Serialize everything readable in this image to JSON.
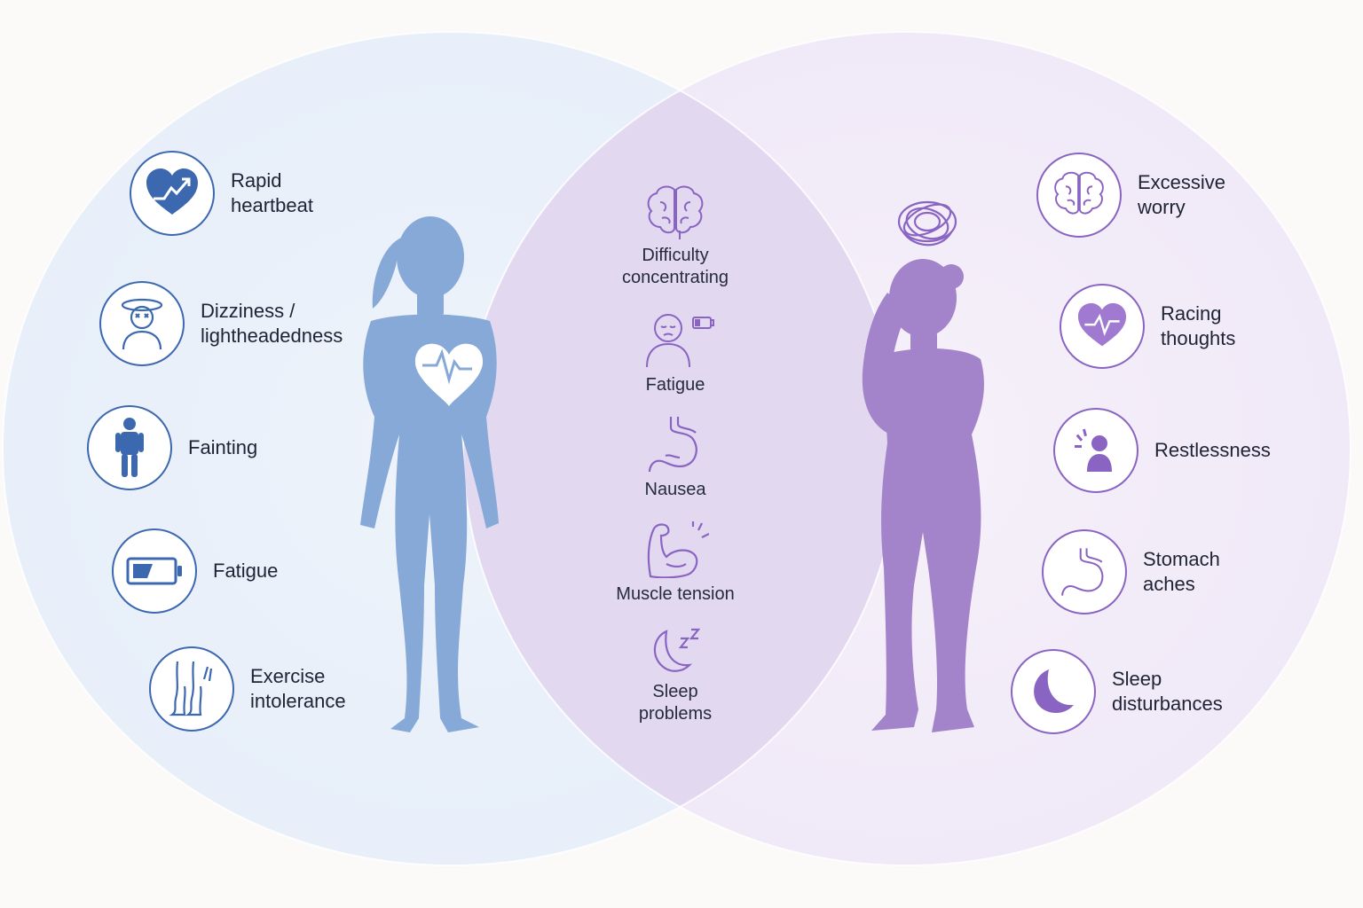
{
  "colors": {
    "left_circle": "#e9f0fa",
    "right_circle": "#f2ebf8",
    "overlap": "#e3dbf2",
    "blue_accent": "#3c68b0",
    "blue_figure": "#86a9d8",
    "purple_accent": "#8a64c2",
    "purple_figure": "#a383c9"
  },
  "left_symptoms": [
    {
      "label": "Rapid\nheartbeat",
      "icon": "heart-rate-up-icon"
    },
    {
      "label": "Dizziness /\nlightheadedness",
      "icon": "dizzy-person-icon"
    },
    {
      "label": "Fainting",
      "icon": "standing-person-icon"
    },
    {
      "label": "Fatigue",
      "icon": "low-battery-icon"
    },
    {
      "label": "Exercise\nintolerance",
      "icon": "tired-legs-icon"
    }
  ],
  "shared_symptoms": [
    {
      "label": "Difficulty\nconcentrating",
      "icon": "brain-icon"
    },
    {
      "label": "Fatigue",
      "icon": "tired-person-battery-icon"
    },
    {
      "label": "Nausea",
      "icon": "stomach-icon"
    },
    {
      "label": "Muscle tension",
      "icon": "flexed-arm-icon"
    },
    {
      "label": "Sleep\nproblems",
      "icon": "moon-zzz-icon"
    }
  ],
  "right_symptoms": [
    {
      "label": "Excessive\nworry",
      "icon": "brain-icon"
    },
    {
      "label": "Racing\nthoughts",
      "icon": "heart-pulse-icon"
    },
    {
      "label": "Restlessness",
      "icon": "restless-person-icon"
    },
    {
      "label": "Stomach\naches",
      "icon": "stomach-icon"
    },
    {
      "label": "Sleep\ndisturbances",
      "icon": "crescent-moon-icon"
    }
  ],
  "figures": {
    "left": "standing-woman-heart-figure",
    "right": "worried-woman-thinking-figure"
  }
}
